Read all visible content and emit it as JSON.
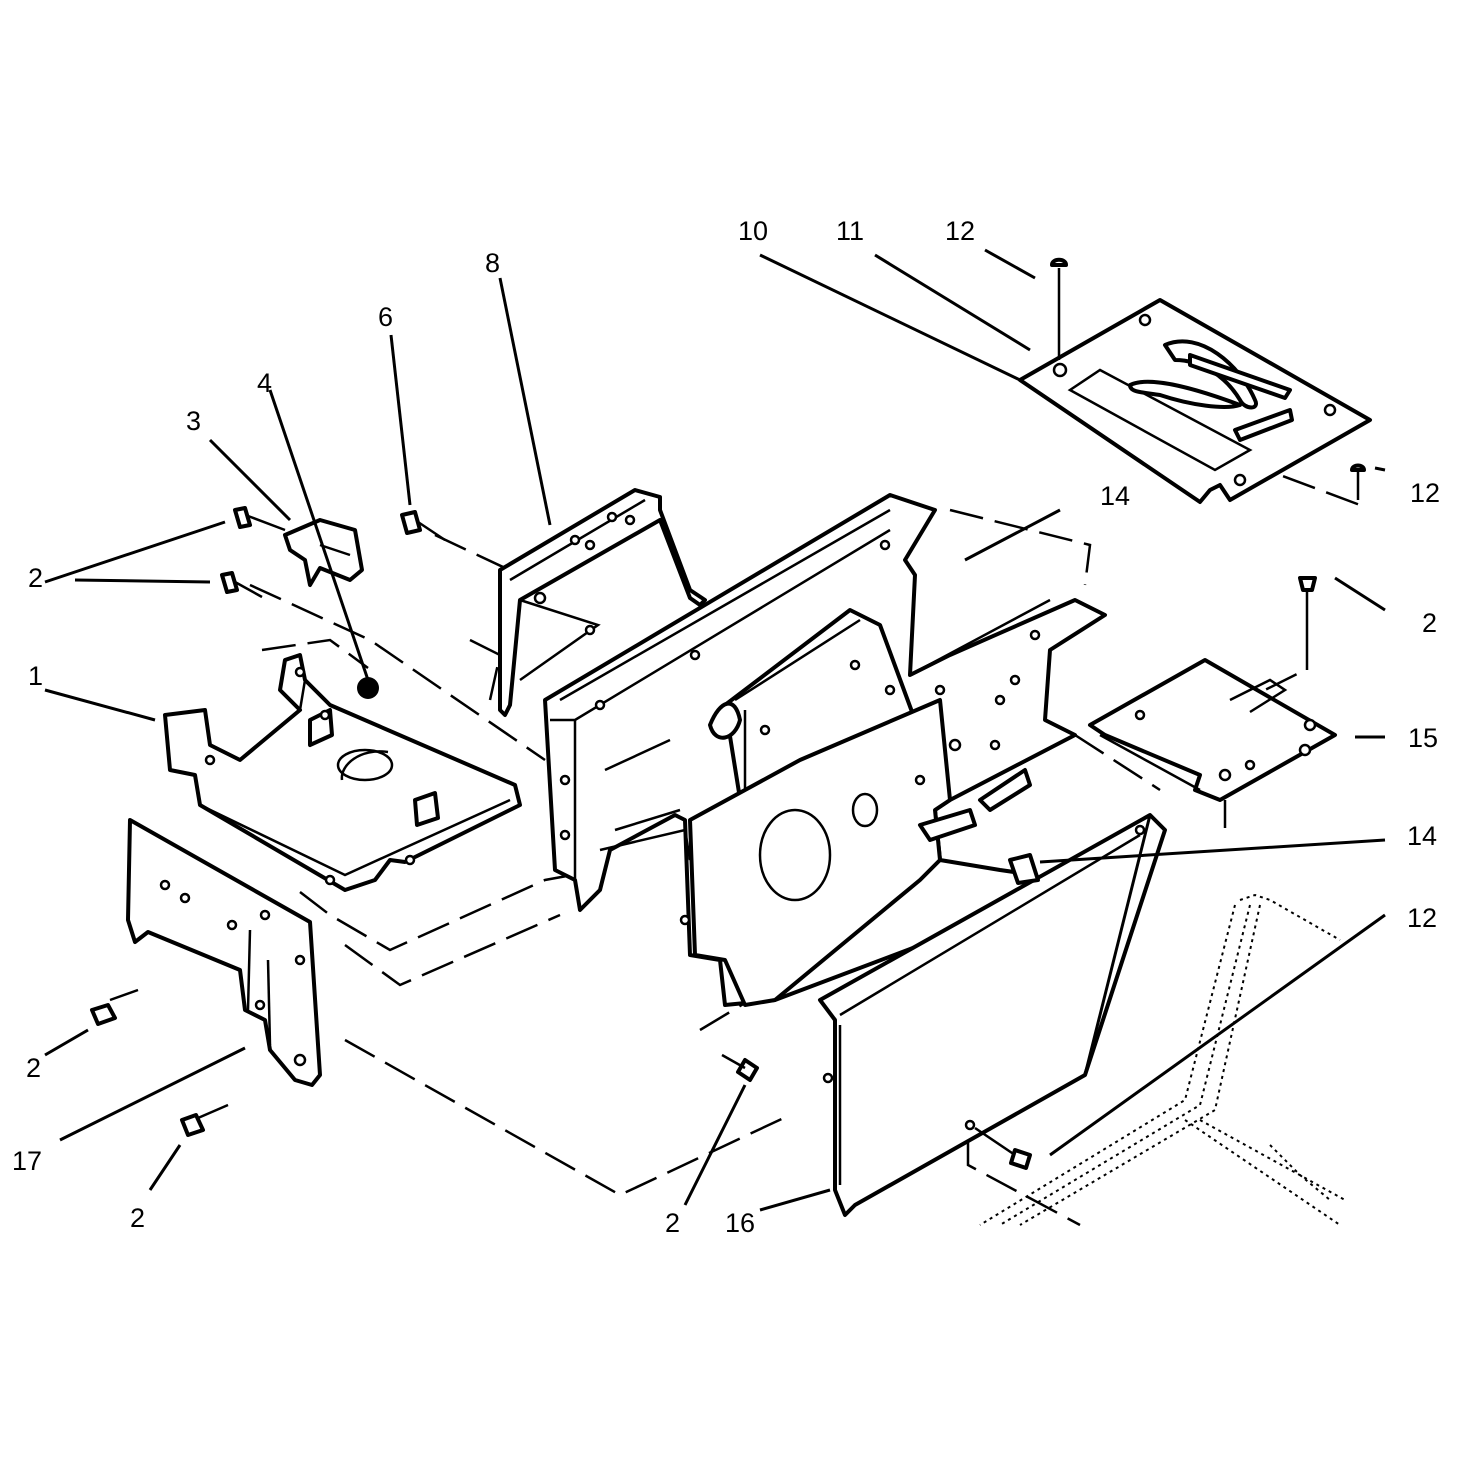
{
  "callouts": [
    {
      "label": "1"
    },
    {
      "label": "2"
    },
    {
      "label": "2"
    },
    {
      "label": "2"
    },
    {
      "label": "2"
    },
    {
      "label": "2"
    },
    {
      "label": "3"
    },
    {
      "label": "4"
    },
    {
      "label": "6"
    },
    {
      "label": "8"
    },
    {
      "label": "10"
    },
    {
      "label": "11"
    },
    {
      "label": "12"
    },
    {
      "label": "12"
    },
    {
      "label": "12"
    },
    {
      "label": "14"
    },
    {
      "label": "14"
    },
    {
      "label": "15"
    },
    {
      "label": "16"
    },
    {
      "label": "17"
    }
  ]
}
